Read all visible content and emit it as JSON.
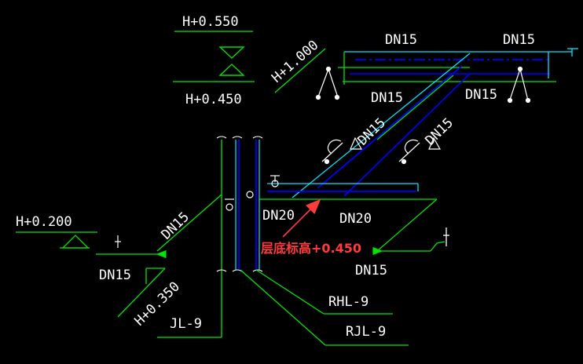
{
  "colors": {
    "background": "#000000",
    "leader": "#00e600",
    "pipe_blue": "#0000ff",
    "pipe_cyan": "#00e5ff",
    "text": "#ffffff",
    "note": "#ff3b3b"
  },
  "elevations": {
    "top_upper": "H+0.550",
    "top_lower": "H+0.450",
    "branch": "H+1.000",
    "left": "H+0.200",
    "bottom": "H+0.350"
  },
  "pipe_sizes": {
    "top_left": "DN15",
    "top_right": "DN15",
    "mid_left": "DN15",
    "mid_right": "DN15",
    "diag_1": "DN15",
    "diag_2": "DN15",
    "left_diag": "DN15",
    "left_low": "DN15",
    "main_1": "DN20",
    "main_2": "DN20",
    "bottom": "DN15"
  },
  "risers": {
    "rhl": "RHL-9",
    "rjl": "RJL-9",
    "jl": "JL-9"
  },
  "note": {
    "text": "层底标高+0.450"
  }
}
